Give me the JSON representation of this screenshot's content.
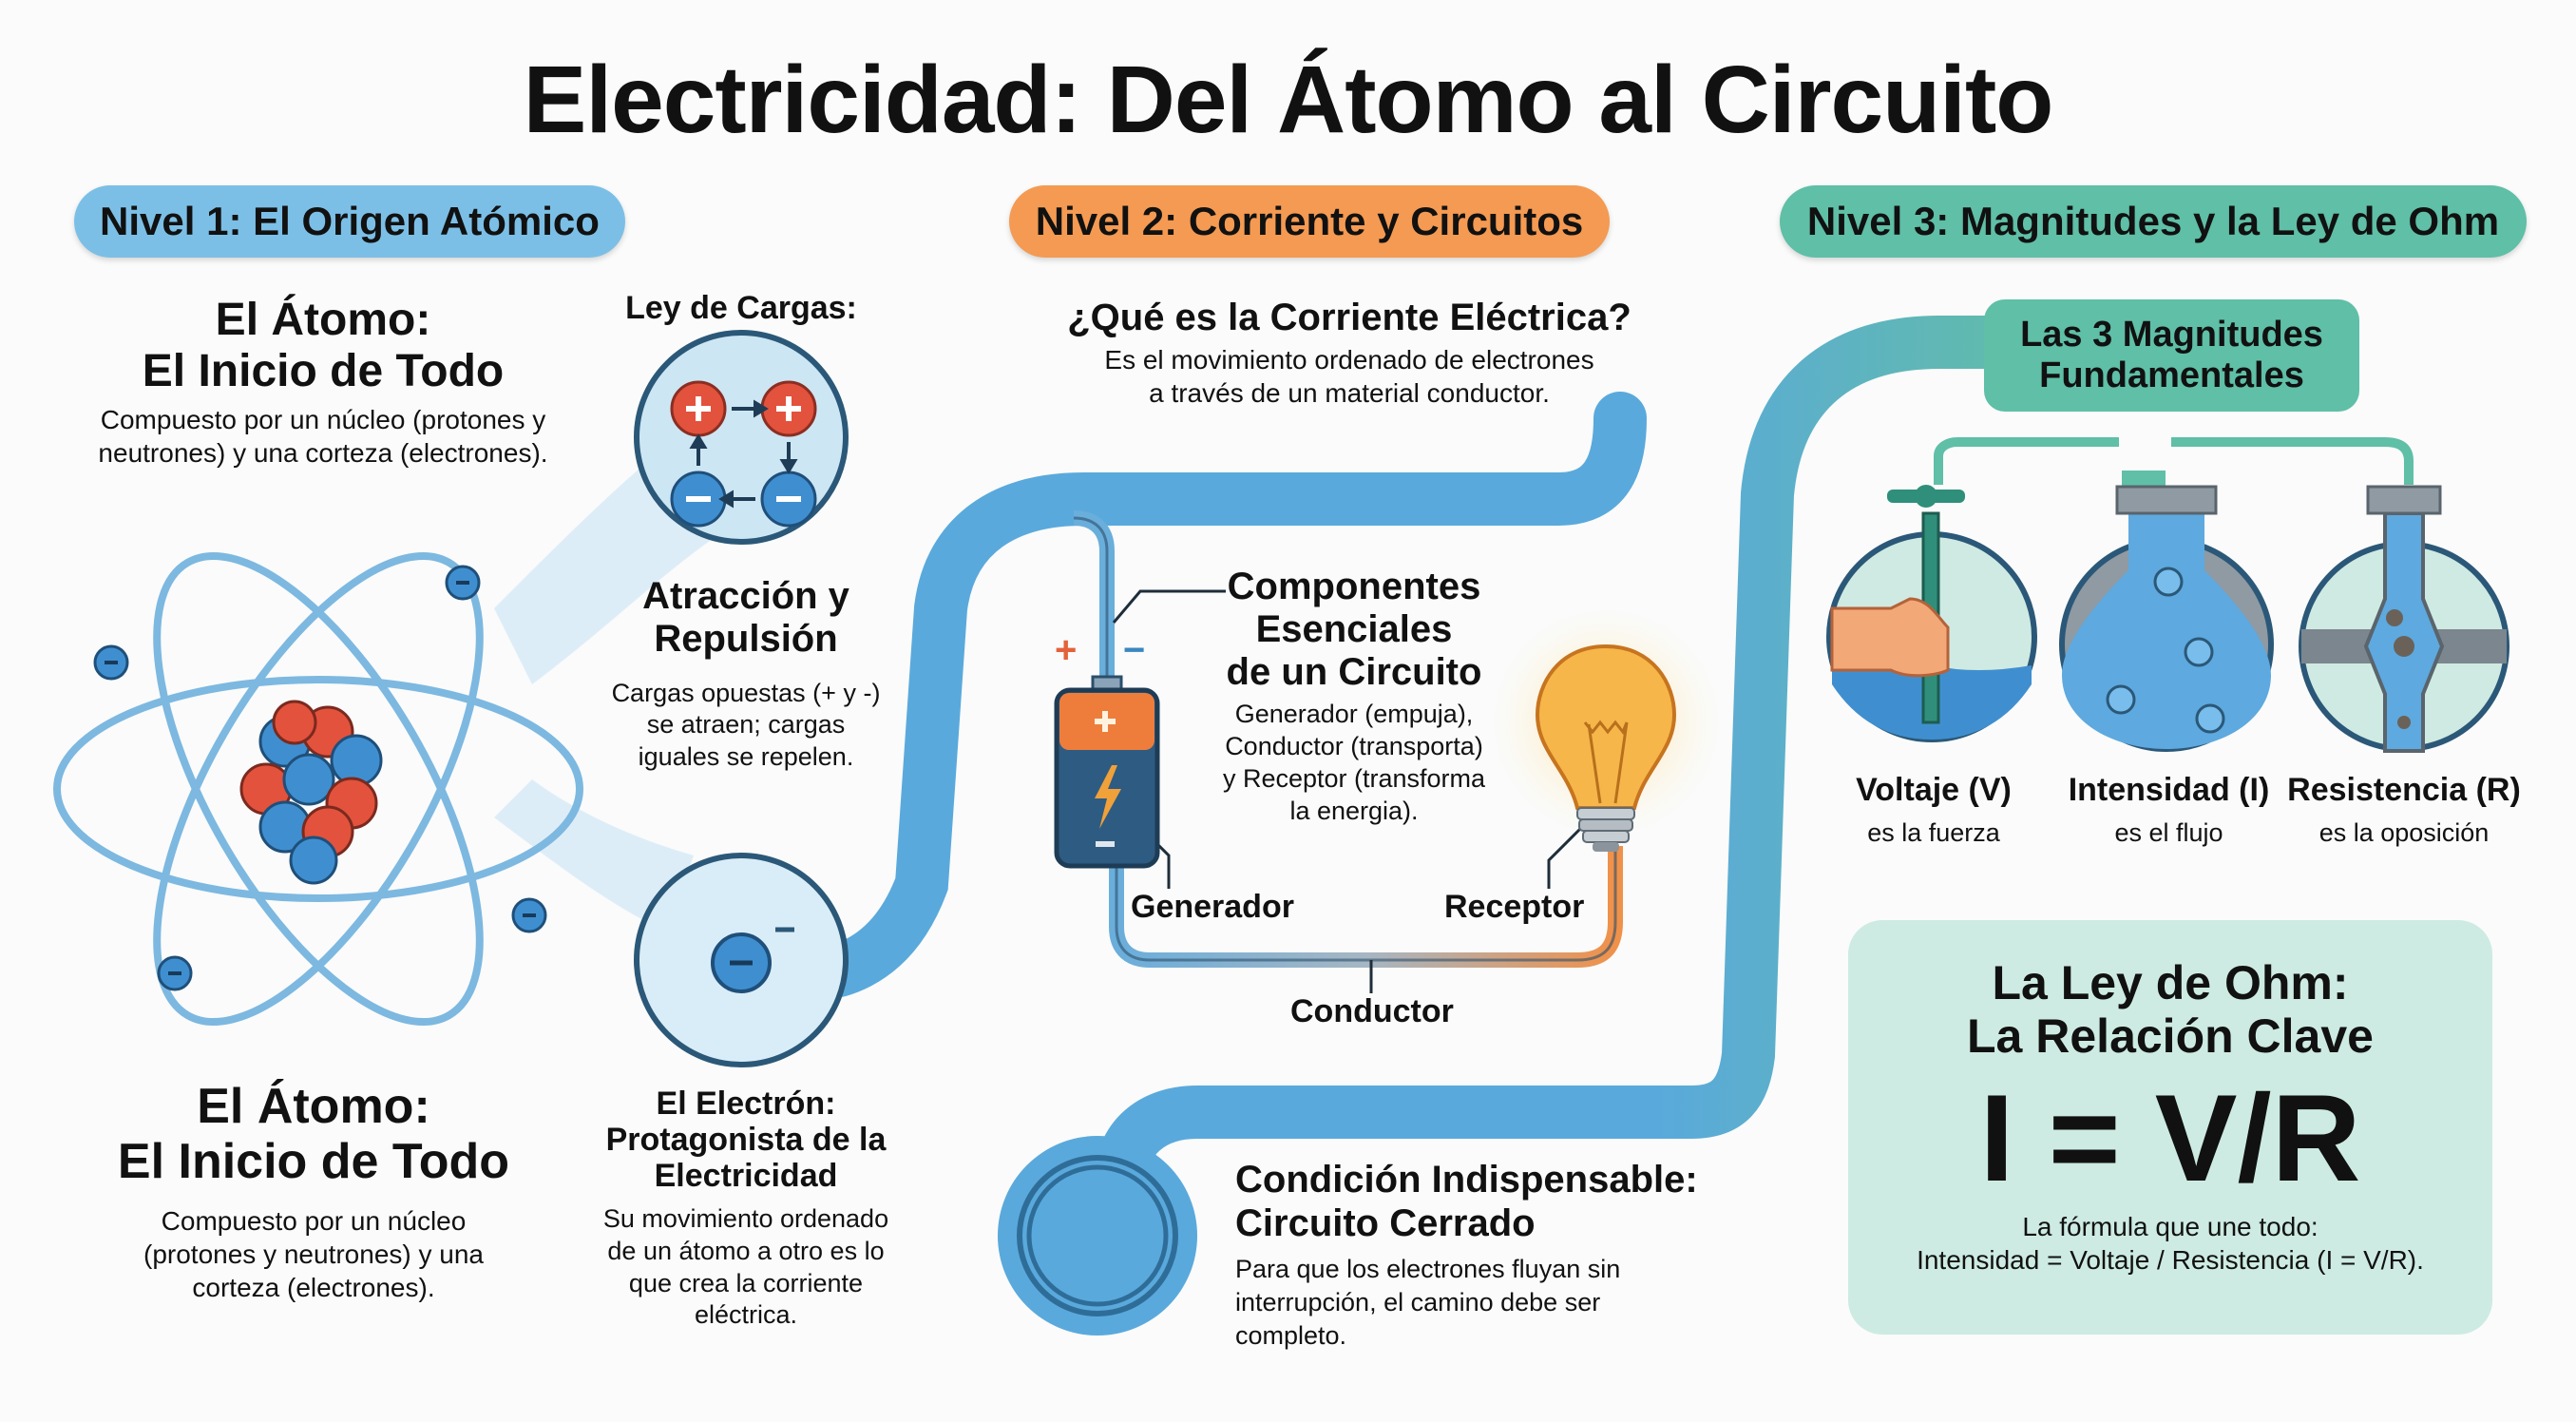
{
  "title": "Electricidad: Del Átomo al Circuito",
  "colors": {
    "level1": "#7cbfe6",
    "level2": "#f49a52",
    "level3": "#5fbfa7",
    "ohm_box": "#cdebe2",
    "electron": "#3f8fd0",
    "proton": "#e3523c"
  },
  "levels": [
    {
      "label": "Nivel 1: El Origen Atómico"
    },
    {
      "label": "Nivel 2: Corriente y Circuitos"
    },
    {
      "label": "Nivel 3: Magnitudes y la Ley de Ohm"
    }
  ],
  "level1": {
    "atom_top": {
      "title_line1": "El Átomo:",
      "title_line2": "El Inicio de Todo",
      "desc_line1": "Compuesto por un núcleo (protones y",
      "desc_line2": "neutrones) y una corteza (electrones)."
    },
    "charges": {
      "label": "Ley de Cargas:",
      "title_line1": "Atracción y",
      "title_line2": "Repulsión",
      "desc_line1": "Cargas opuestas (+ y -)",
      "desc_line2": "se atraen; cargas",
      "desc_line3": "iguales se repelen.",
      "plus_symbol": "+",
      "minus_symbol": "−"
    },
    "atom_bottom": {
      "title_line1": "El Átomo:",
      "title_line2": "El Inicio de Todo",
      "desc_line1": "Compuesto por un núcleo",
      "desc_line2": "(protones y neutrones) y una",
      "desc_line3": "corteza (electrones)."
    },
    "electron": {
      "title_line1": "El Electrón:",
      "title_line2": "Protagonista de la",
      "title_line3": "Electricidad",
      "desc_line1": "Su movimiento ordenado",
      "desc_line2": "de un átomo a otro es lo",
      "desc_line3": "que crea la corriente",
      "desc_line4": "eléctrica."
    }
  },
  "level2": {
    "current": {
      "title": "¿Qué es la Corriente Eléctrica?",
      "desc_line1": "Es el movimiento ordenado de electrones",
      "desc_line2": "a través de un material conductor."
    },
    "components": {
      "title_line1": "Componentes",
      "title_line2": "Esenciales",
      "title_line3": "de un Circuito",
      "desc_line1": "Generador (empuja),",
      "desc_line2": "Conductor (transporta)",
      "desc_line3": "y Receptor (transforma",
      "desc_line4": "la energia)."
    },
    "labels": {
      "generator": "Generador",
      "receiver": "Receptor",
      "conductor": "Conductor",
      "battery_plus": "+",
      "battery_minus": "−"
    },
    "closed_circuit": {
      "title_line1": "Condición Indispensable:",
      "title_line2": "Circuito Cerrado",
      "desc_line1": "Para que los electrones fluyan sin",
      "desc_line2": "interrupción, el camino debe ser",
      "desc_line3": "completo."
    }
  },
  "level3": {
    "magnitudes_header_line1": "Las 3 Magnitudes",
    "magnitudes_header_line2": "Fundamentales",
    "magnitudes": [
      {
        "name": "Voltaje (V)",
        "desc": "es la fuerza",
        "icon": "faucet-hand-icon"
      },
      {
        "name": "Intensidad (I)",
        "desc": "es el flujo",
        "icon": "water-flow-icon"
      },
      {
        "name": "Resistencia (R)",
        "desc": "es la oposición",
        "icon": "narrow-pipe-icon"
      }
    ],
    "ohm": {
      "title_line1": "La Ley de Ohm:",
      "title_line2": "La Relación Clave",
      "formula": "I = V/R",
      "desc_line1": "La fórmula que une todo:",
      "desc_line2": "Intensidad = Voltaje / Resistencia (I = V/R)."
    }
  }
}
